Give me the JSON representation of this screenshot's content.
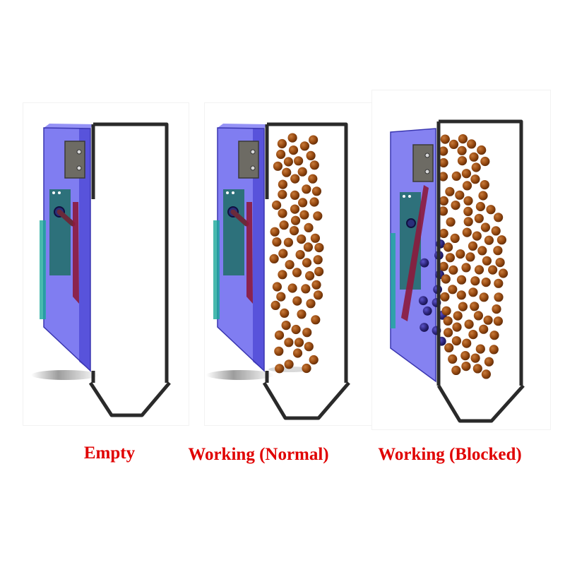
{
  "colors": {
    "caption": "#e00000",
    "hopper_frame": "#2a2a2a",
    "housing": "#6a66ee",
    "housing_dark": "#4d48d6",
    "housing_edge": "#3a36b0",
    "bracket": "#6d6b64",
    "circuit_board": "#1f6f66",
    "side_plate": "#1aa99a",
    "flap": "#8c1a3c",
    "pellet": "#9a4c12",
    "pellet_shadow": "#6e330a",
    "blocked_pellet": "#2d257a"
  },
  "panels": [
    {
      "id": "empty",
      "caption": "Empty",
      "state": "empty"
    },
    {
      "id": "normal",
      "caption": "Working (Normal)",
      "state": "normal"
    },
    {
      "id": "blocked",
      "caption": "Working (Blocked)",
      "state": "blocked"
    }
  ]
}
